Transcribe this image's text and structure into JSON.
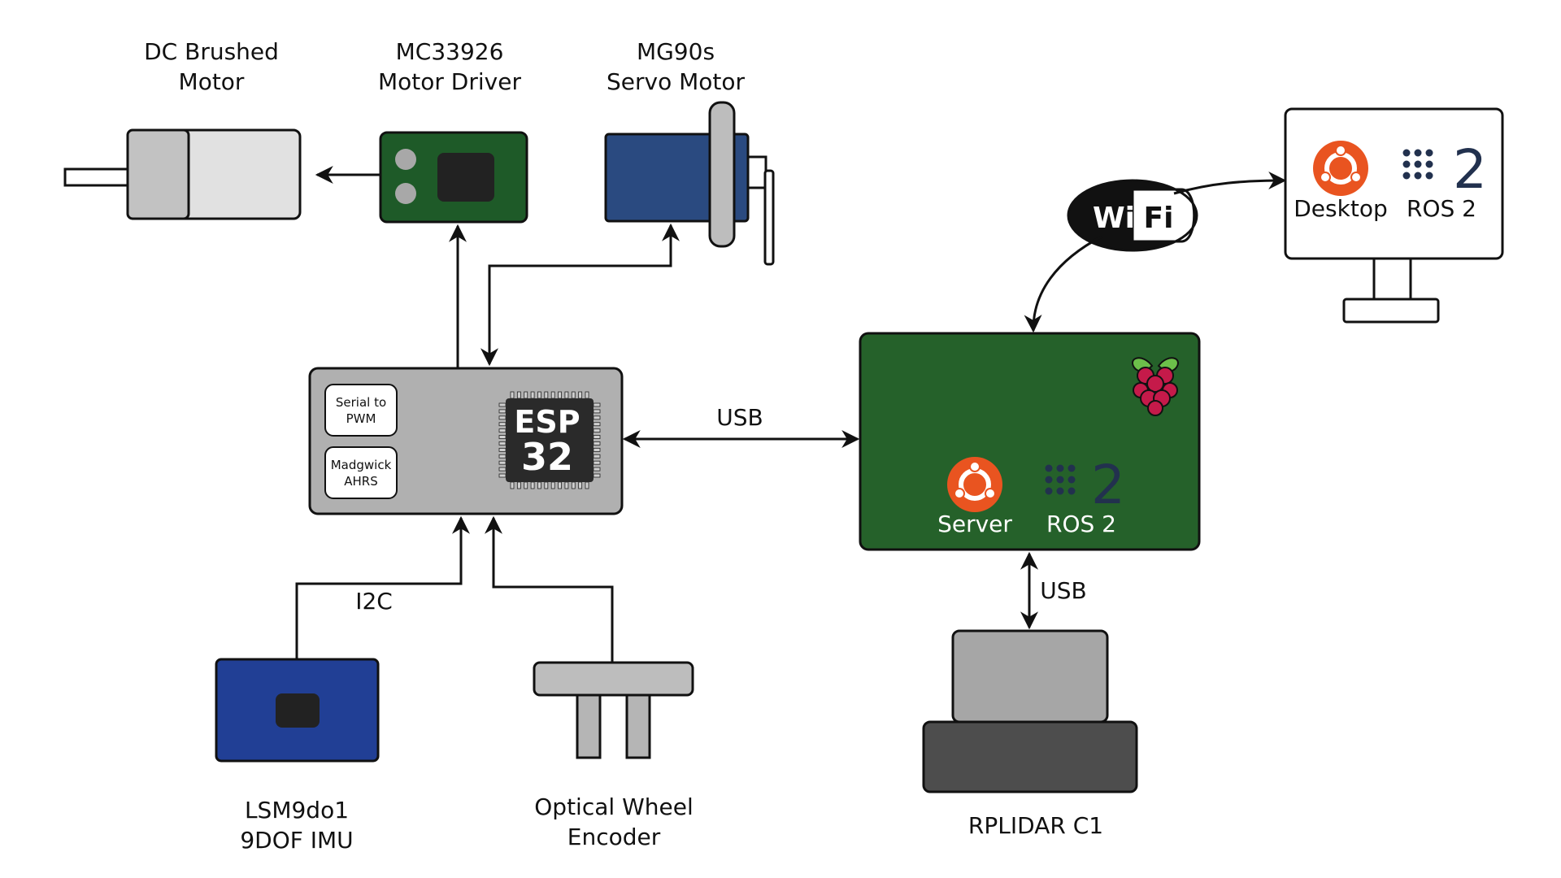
{
  "labels": {
    "dc_motor_line1": "DC Brushed",
    "dc_motor_line2": "Motor",
    "motor_driver_line1": "MC33926",
    "motor_driver_line2": "Motor Driver",
    "servo_line1": "MG90s",
    "servo_line2": "Servo Motor",
    "imu_line1": "LSM9do1",
    "imu_line2": "9DOF IMU",
    "encoder_line1": "Optical Wheel",
    "encoder_line2": "Encoder",
    "lidar": "RPLIDAR C1",
    "i2c": "I2C",
    "usb_esp_pi": "USB",
    "usb_pi_lidar": "USB"
  },
  "esp32": {
    "chip_line1": "ESP",
    "chip_line2": "32",
    "module_serial_line1": "Serial to",
    "module_serial_line2": "PWM",
    "module_madgwick_line1": "Madgwick",
    "module_madgwick_line2": "AHRS"
  },
  "raspberry_pi": {
    "ubuntu_caption": "Server",
    "ros_caption": "ROS 2",
    "ros_number": "2"
  },
  "desktop": {
    "ubuntu_caption": "Desktop",
    "ros_caption": "ROS 2",
    "ros_number": "2"
  },
  "wifi": {
    "wi": "Wi",
    "fi": "Fi"
  },
  "colors": {
    "board_green": "#1e5a28",
    "pi_green": "#25612a",
    "servo_blue": "#2a4a80",
    "imu_blue": "#213f95",
    "esp_gray": "#b0b0b0",
    "ubuntu_orange": "#e95420",
    "ros_navy": "#22314e",
    "raspberry_red": "#c51a4a",
    "raspberry_leaf": "#6cc04a"
  },
  "icons": [
    "ubuntu-icon",
    "ros2-icon",
    "raspberry-pi-icon",
    "wifi-logo",
    "esp32-chip-icon",
    "monitor-icon"
  ]
}
